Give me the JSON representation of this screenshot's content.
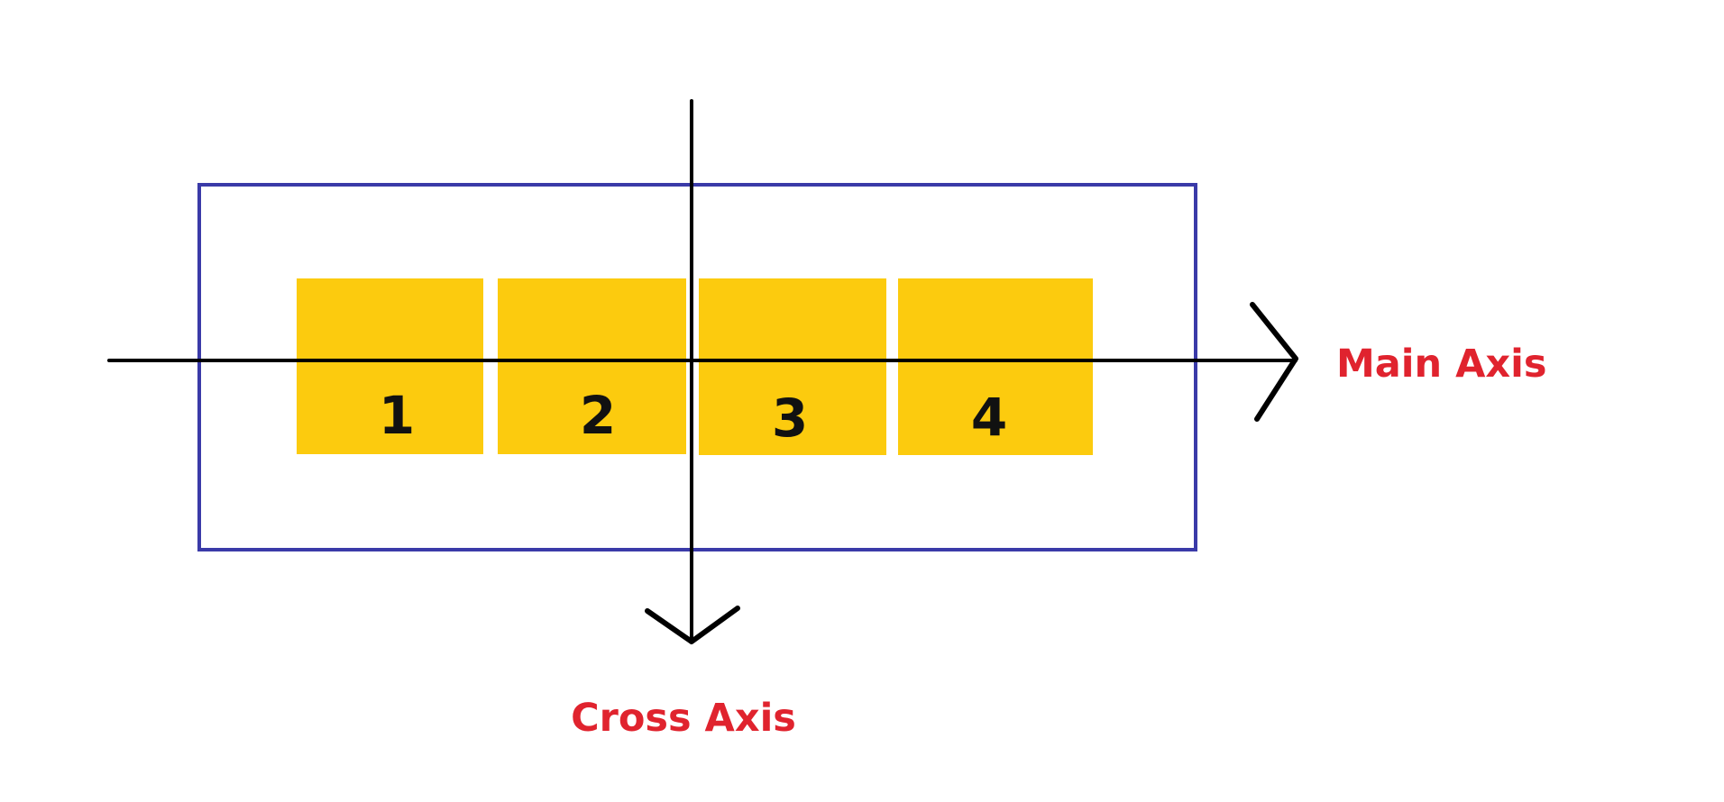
{
  "diagram": {
    "items": [
      {
        "label": "1"
      },
      {
        "label": "2"
      },
      {
        "label": "3"
      },
      {
        "label": "4"
      }
    ],
    "main_axis_label": "Main Axis",
    "cross_axis_label": "Cross Axis",
    "colors": {
      "item_fill": "#FCCB0E",
      "container_border": "#3A3AA8",
      "axis_line": "#000000",
      "axis_label": "#E0232E",
      "item_text": "#111111"
    }
  }
}
